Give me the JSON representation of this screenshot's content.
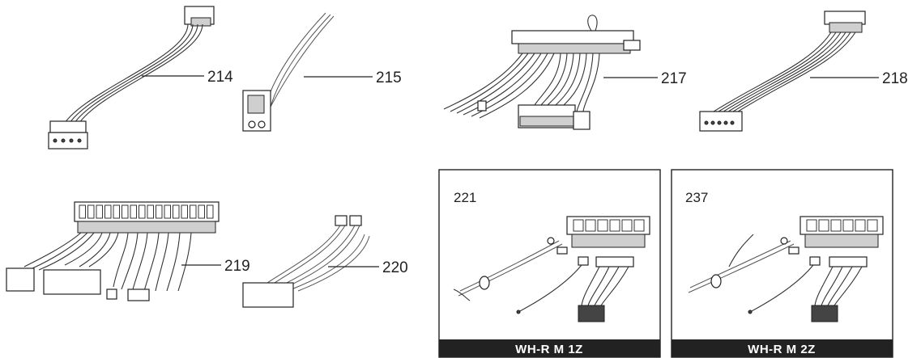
{
  "parts": [
    {
      "id": "p214",
      "number": "214"
    },
    {
      "id": "p215",
      "number": "215"
    },
    {
      "id": "p217",
      "number": "217"
    },
    {
      "id": "p218",
      "number": "218"
    },
    {
      "id": "p219",
      "number": "219"
    },
    {
      "id": "p220",
      "number": "220"
    }
  ],
  "kits": [
    {
      "id": "k221",
      "number": "221",
      "model": "WH-R M 1Z"
    },
    {
      "id": "k237",
      "number": "237",
      "model": "WH-R M 2Z"
    }
  ]
}
